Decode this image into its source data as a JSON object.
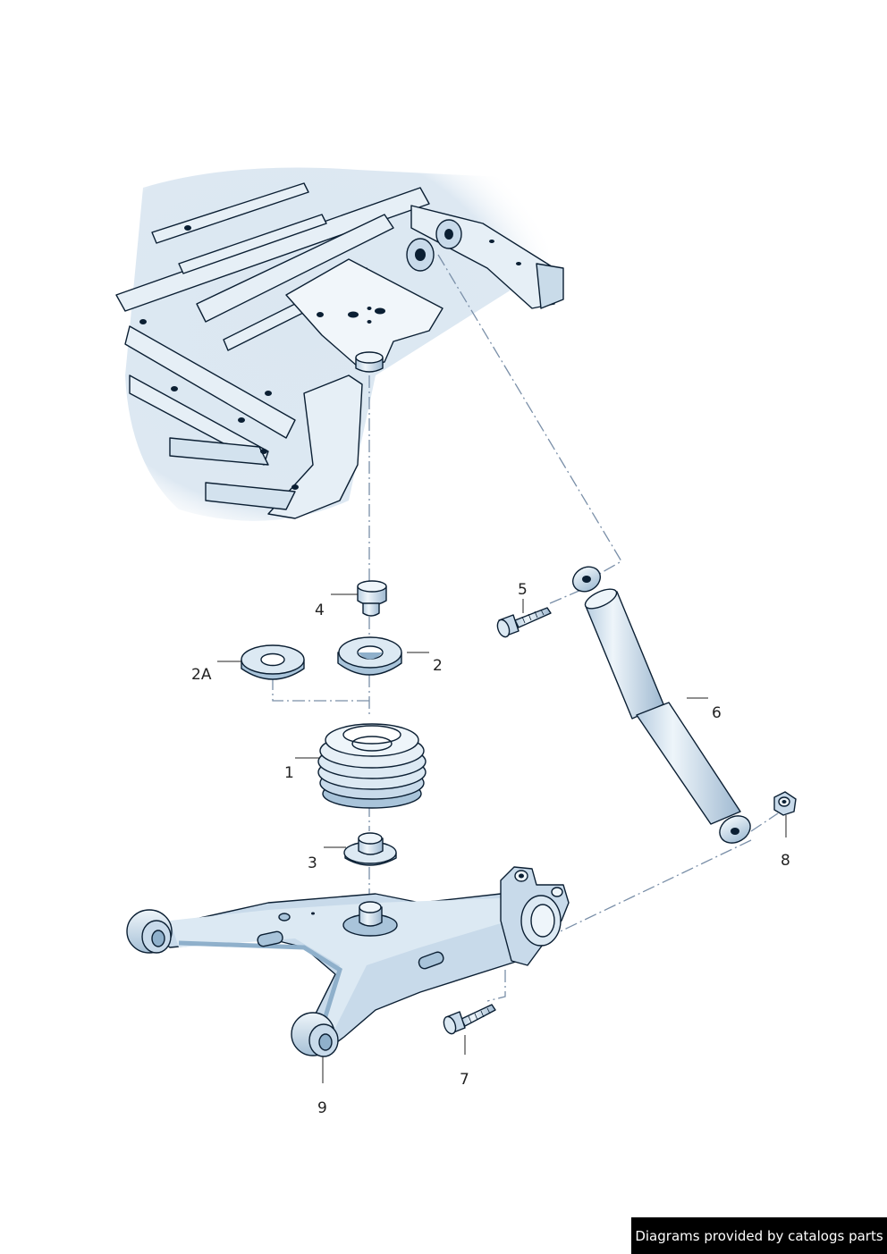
{
  "callouts": {
    "p1": "1",
    "p2": "2",
    "p2a": "2A",
    "p3": "3",
    "p4": "4",
    "p5": "5",
    "p6": "6",
    "p7": "7",
    "p8": "8",
    "p9": "9"
  },
  "footer": {
    "text": "Diagrams provided by catalogs parts"
  },
  "colors": {
    "part_fill": "#dce9f3",
    "part_shade": "#a9c4da",
    "outline": "#0b1f33",
    "leader_dash": "#7a8fa8",
    "footer_bg": "#000000"
  }
}
